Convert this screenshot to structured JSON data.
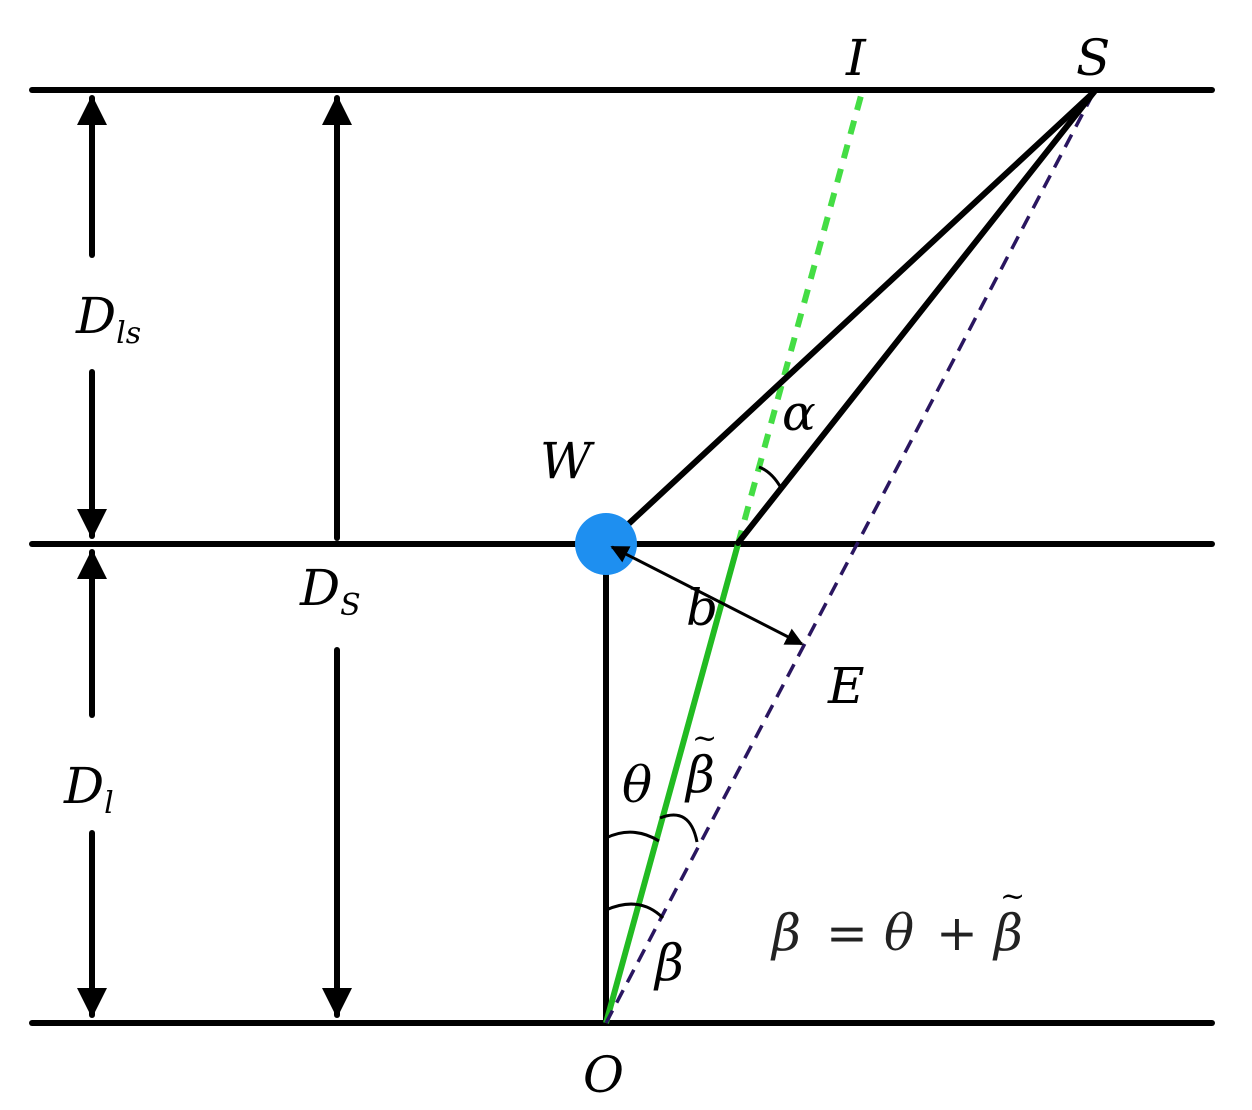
{
  "labels": {
    "I": "I",
    "S": "S",
    "W": "W",
    "E": "E",
    "O": "O",
    "b": "b",
    "alpha": "α",
    "theta": "θ",
    "beta_tilde": "β",
    "beta": "β",
    "tilde": "~",
    "D_ls_main": "D",
    "D_ls_sub": "ls",
    "D_S_main": "D",
    "D_S_sub": "S",
    "D_l_main": "D",
    "D_l_sub": "l"
  },
  "equation": {
    "lhs": "β",
    "equals": "=",
    "theta": "θ",
    "plus": "+",
    "rhs": "β",
    "tilde": "~"
  },
  "colors": {
    "lines": "#000000",
    "green": "#22bb22",
    "dashed_green": "#44dd44",
    "purple_dashed": "#2a1660",
    "lens_dot": "#1e8ff0"
  },
  "icons": {
    "lens": "blue-dot"
  }
}
